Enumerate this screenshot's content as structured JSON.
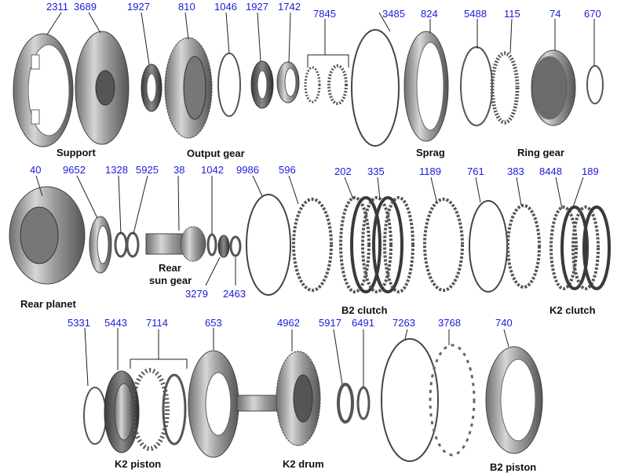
{
  "part_numbers": {
    "p2311": "2311",
    "p3689": "3689",
    "p1927a": "1927",
    "p810": "810",
    "p1046": "1046",
    "p1927b": "1927",
    "p1742": "1742",
    "p7845": "7845",
    "p3485": "3485",
    "p824": "824",
    "p5488": "5488",
    "p115": "115",
    "p74": "74",
    "p670": "670",
    "p40": "40",
    "p9652": "9652",
    "p1328": "1328",
    "p5925": "5925",
    "p38": "38",
    "p1042": "1042",
    "p9986": "9986",
    "p596": "596",
    "p202": "202",
    "p335": "335",
    "p1189": "1189",
    "p761": "761",
    "p383": "383",
    "p8448": "8448",
    "p189": "189",
    "p3279": "3279",
    "p2463": "2463",
    "p5331": "5331",
    "p5443": "5443",
    "p7114": "7114",
    "p653": "653",
    "p4962": "4962",
    "p5917": "5917",
    "p6491": "6491",
    "p7263": "7263",
    "p3768": "3768",
    "p740": "740"
  },
  "labels": {
    "support": "Support",
    "output_gear": "Output gear",
    "sprag": "Sprag",
    "ring_gear": "Ring gear",
    "rear_planet": "Rear planet",
    "rear_sun_gear_1": "Rear",
    "rear_sun_gear_2": "sun gear",
    "b2_clutch": "B2 clutch",
    "k2_clutch": "K2 clutch",
    "k2_piston": "K2 piston",
    "k2_drum": "K2 drum",
    "b2_piston": "B2 piston"
  },
  "colors": {
    "part_number": "#1a1adc",
    "label": "#111111"
  }
}
